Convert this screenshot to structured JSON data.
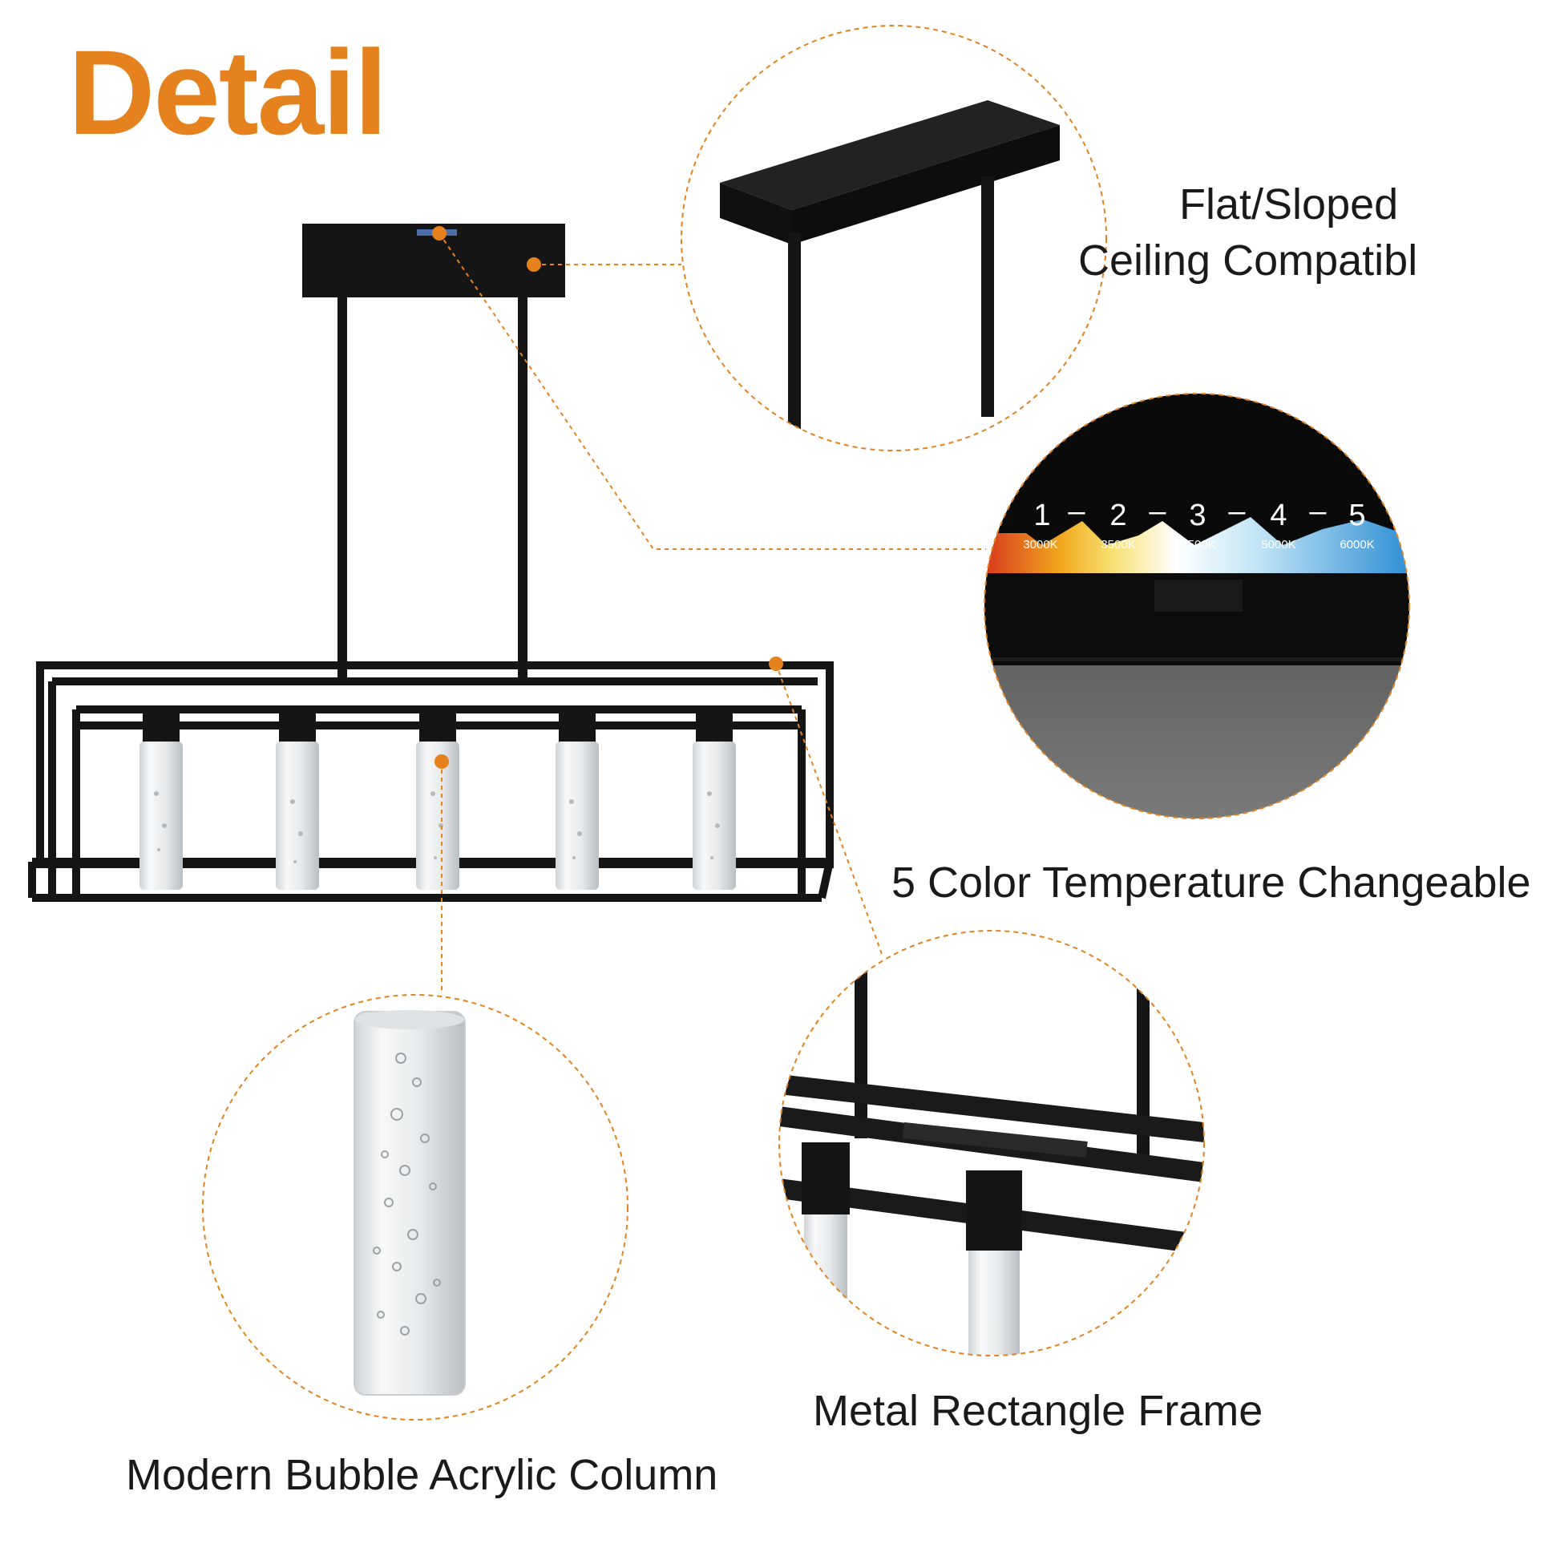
{
  "title": "Detail",
  "accent_color": "#E5821E",
  "callouts": {
    "ceiling": {
      "line1": "Flat/Sloped",
      "line2": "Ceiling Compatibl"
    },
    "color_temp": "5 Color Temperature Changeable",
    "frame": "Metal Rectangle Frame",
    "column": "Modern Bubble Acrylic Column"
  },
  "color_scale": {
    "levels": [
      "1",
      "2",
      "3",
      "4",
      "5"
    ],
    "temps": [
      "3000K",
      "3500K",
      "4500K",
      "5000K",
      "6000K"
    ],
    "separator": "–"
  }
}
